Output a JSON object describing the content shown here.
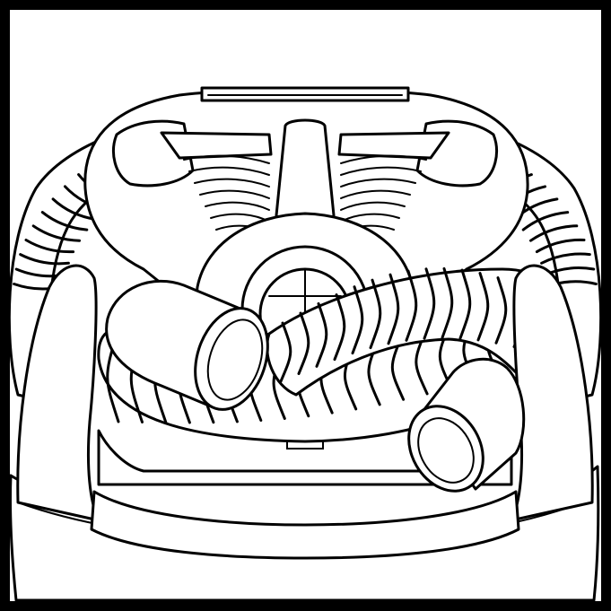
{
  "illustration": {
    "subject": "",
    "colors": {
      "line": "#000000",
      "background": "#ffffff",
      "frame": "#000000"
    },
    "hose_front_rib_count": 18,
    "hose_rear_rib_count": 40,
    "grille_slot_count": 7
  }
}
